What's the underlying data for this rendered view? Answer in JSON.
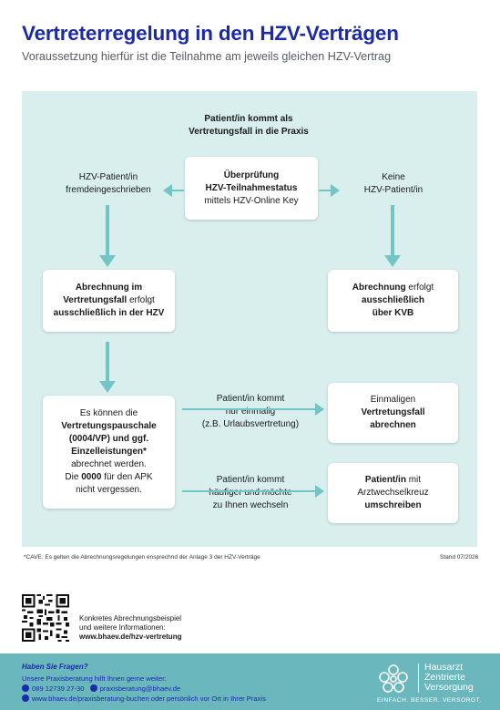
{
  "header": {
    "title": "Vertreterregelung in den HZV-Verträgen",
    "subtitle": "Voraussetzung hierfür ist die Teilnahme am jeweils gleichen HZV-Vertrag"
  },
  "flow": {
    "top_label": [
      "Patient/in kommt als",
      "Vertretungsfall in die Praxis"
    ],
    "check_box": {
      "line1": "Überprüfung",
      "line2": "HZV-Teilnahmestatus",
      "line3": "mittels HZV-Online Key"
    },
    "left_label": [
      "HZV-Patient/in",
      "fremdeingeschrieben"
    ],
    "right_label": [
      "Keine",
      "HZV-Patient/in"
    ],
    "left_box": {
      "bold1": "Abrechnung im",
      "bold2": "Vertretungsfall",
      "normal2": " erfolgt",
      "bold3": "ausschließlich in der HZV"
    },
    "right_box": {
      "bold1": "Abrechnung",
      "normal1": " erfolgt",
      "bold2": "ausschließlich",
      "bold3": "über KVB"
    },
    "billing_box": {
      "l1": "Es können die",
      "l2": "Vertretungspauschale",
      "l3": "(0004/VP) und ggf.",
      "l4": "Einzelleistungen*",
      "l5": "abrechnet werden.",
      "l6a": "Die ",
      "l6b": "0000",
      "l6c": " für den APK",
      "l7": "nicht vergessen."
    },
    "once_label": [
      "Patient/in kommt",
      "nur einmalig",
      "(z.B. Urlaubsvertretung)"
    ],
    "often_label": [
      "Patient/in kommt",
      "häufiger und möchte",
      "zu Ihnen wechseln"
    ],
    "once_box": {
      "l1": "Einmaligen",
      "l2": "Vertretungsfall",
      "l3": "abrechnen"
    },
    "often_box": {
      "l1a": "Patient/in",
      "l1b": " mit",
      "l2": "Arztwechselkreuz",
      "l3": "umschreiben"
    }
  },
  "footnote": "*CAVE: Es gelten die Abrechnungsregelungen ensprechnd der Anlage 3 der HZV-Verträge",
  "stand": "Stand 07/2026",
  "qr_info": {
    "line1": "Konkretes Abrechnungsbeispiel",
    "line2": "und weitere Informationen:",
    "url": "www.bhaev.de/hzv-vertretung"
  },
  "footer": {
    "heading": "Haben Sie Fragen?",
    "line1": "Unsere Praxisberatung hilft Ihnen gerne weiter:",
    "phone": "089 12739 27-30",
    "email": "praxisberatung@bhaev.de",
    "web": "www.bhaev.de/praxisberatung-buchen oder persönlich vor Ort in Ihrer Praxis",
    "logo_lines": [
      "Hausarzt",
      "Zentrierte",
      "Versorgung"
    ],
    "tagline": "EINFACH. BESSER. VERSORGT."
  },
  "colors": {
    "title": "#1b2aa8",
    "panel": "#d9efee",
    "arrow": "#73c4c4",
    "footer": "#6ab8bd"
  }
}
